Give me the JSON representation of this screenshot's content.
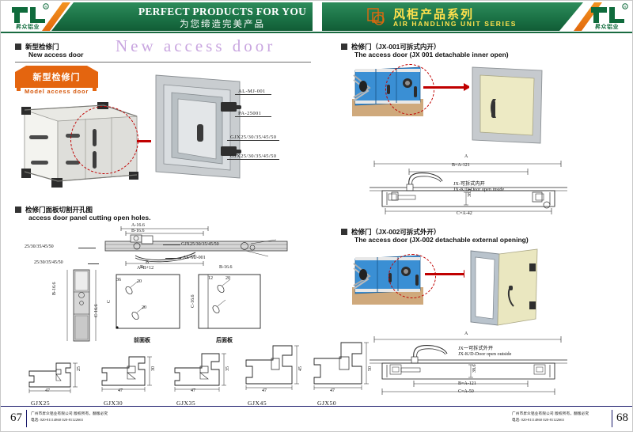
{
  "header": {
    "english_slogan": "PERFECT  PRODUCTS FOR YOU",
    "chinese_slogan": "为您缔造完美产品",
    "series_cn": "风柜产品系列",
    "series_en": "AIR HANDLING UNIT SERIES",
    "logo_left_cn": "昇众铝业",
    "logo_right_cn": "昇众铝业"
  },
  "left_column": {
    "section1": {
      "cn": "新型检修门",
      "en": "New access door",
      "display_title": "New  access  door",
      "badge_cn": "新型检修门",
      "badge_en": "Model access door",
      "part_labels": [
        "AL-MJ-001",
        "PA-25001",
        "GJX25/30/35/45/50",
        "GJX25/30/35/45/50"
      ]
    },
    "section2": {
      "cn": "检修门面板切割开孔图",
      "en": "access door panel cutting open holes.",
      "dimensions": {
        "a_minus": "A-16.6",
        "b_minus": "B-16.6",
        "b": "B",
        "a_eq": "A=B+12",
        "c_label": "C",
        "c_minus": "C-16.6",
        "b_minus2": "B-16.6",
        "hole_20": "20",
        "hole_36": "36",
        "hole_12": "12",
        "thickness_list": "25/30/35/45/50",
        "thickness_list2": "25/30/35/45/50",
        "part_gjx": "GJX25/30/35/45/50",
        "part_al": "AL-MJ-001",
        "dim_12_5": "12.5"
      },
      "panel_front": "前面板",
      "panel_rear": "后面板",
      "profiles": [
        {
          "name": "GJX25",
          "width": "47",
          "height": "25"
        },
        {
          "name": "GJX30",
          "width": "47",
          "height": "30"
        },
        {
          "name": "GJX35",
          "width": "47",
          "height": "35"
        },
        {
          "name": "GJX45",
          "width": "47",
          "height": "45"
        },
        {
          "name": "GJX50",
          "width": "47",
          "height": "50"
        }
      ]
    }
  },
  "right_column": {
    "section1": {
      "cn": "检修门（JX-001可拆式内开）",
      "en": "The access door (JX 001 detachable inner open)",
      "drawing": {
        "a": "A",
        "b": "B=A-121",
        "c": "C=A-42",
        "height": "38.6",
        "note_cn": "JX-可拆式内开",
        "note_en": "JX-K/D-Door open inside"
      }
    },
    "section2": {
      "cn": "检修门（JX-002可拆式外开）",
      "en": "The access door (JX-002 detachable external opening)",
      "drawing": {
        "a": "A",
        "b": "B=A-121",
        "c": "C=A-50",
        "height": "38.6",
        "note_cn": "JX一可拆式外开",
        "note_en": "JX-K/D-Door open outside"
      }
    }
  },
  "footer": {
    "page_left": "67",
    "page_right": "68",
    "company": "广州市昇众铝业有限公司 版权所有，翻版必究",
    "phone": "电话: 020-81114860    020-81122663"
  }
}
